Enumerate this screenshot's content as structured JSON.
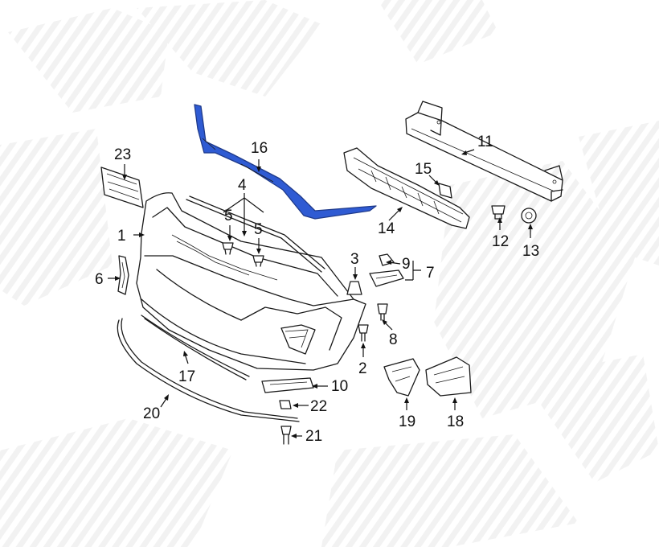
{
  "highlight_color": "#2f5bd3",
  "callouts": {
    "c1": "1",
    "c2": "2",
    "c3": "3",
    "c4": "4",
    "c5a": "5",
    "c5b": "5",
    "c6": "6",
    "c7": "7",
    "c8": "8",
    "c9": "9",
    "c10": "10",
    "c11": "11",
    "c12": "12",
    "c13": "13",
    "c14": "14",
    "c15": "15",
    "c16": "16",
    "c17": "17",
    "c18": "18",
    "c19": "19",
    "c20": "20",
    "c21": "21",
    "c22": "22",
    "c23": "23"
  }
}
